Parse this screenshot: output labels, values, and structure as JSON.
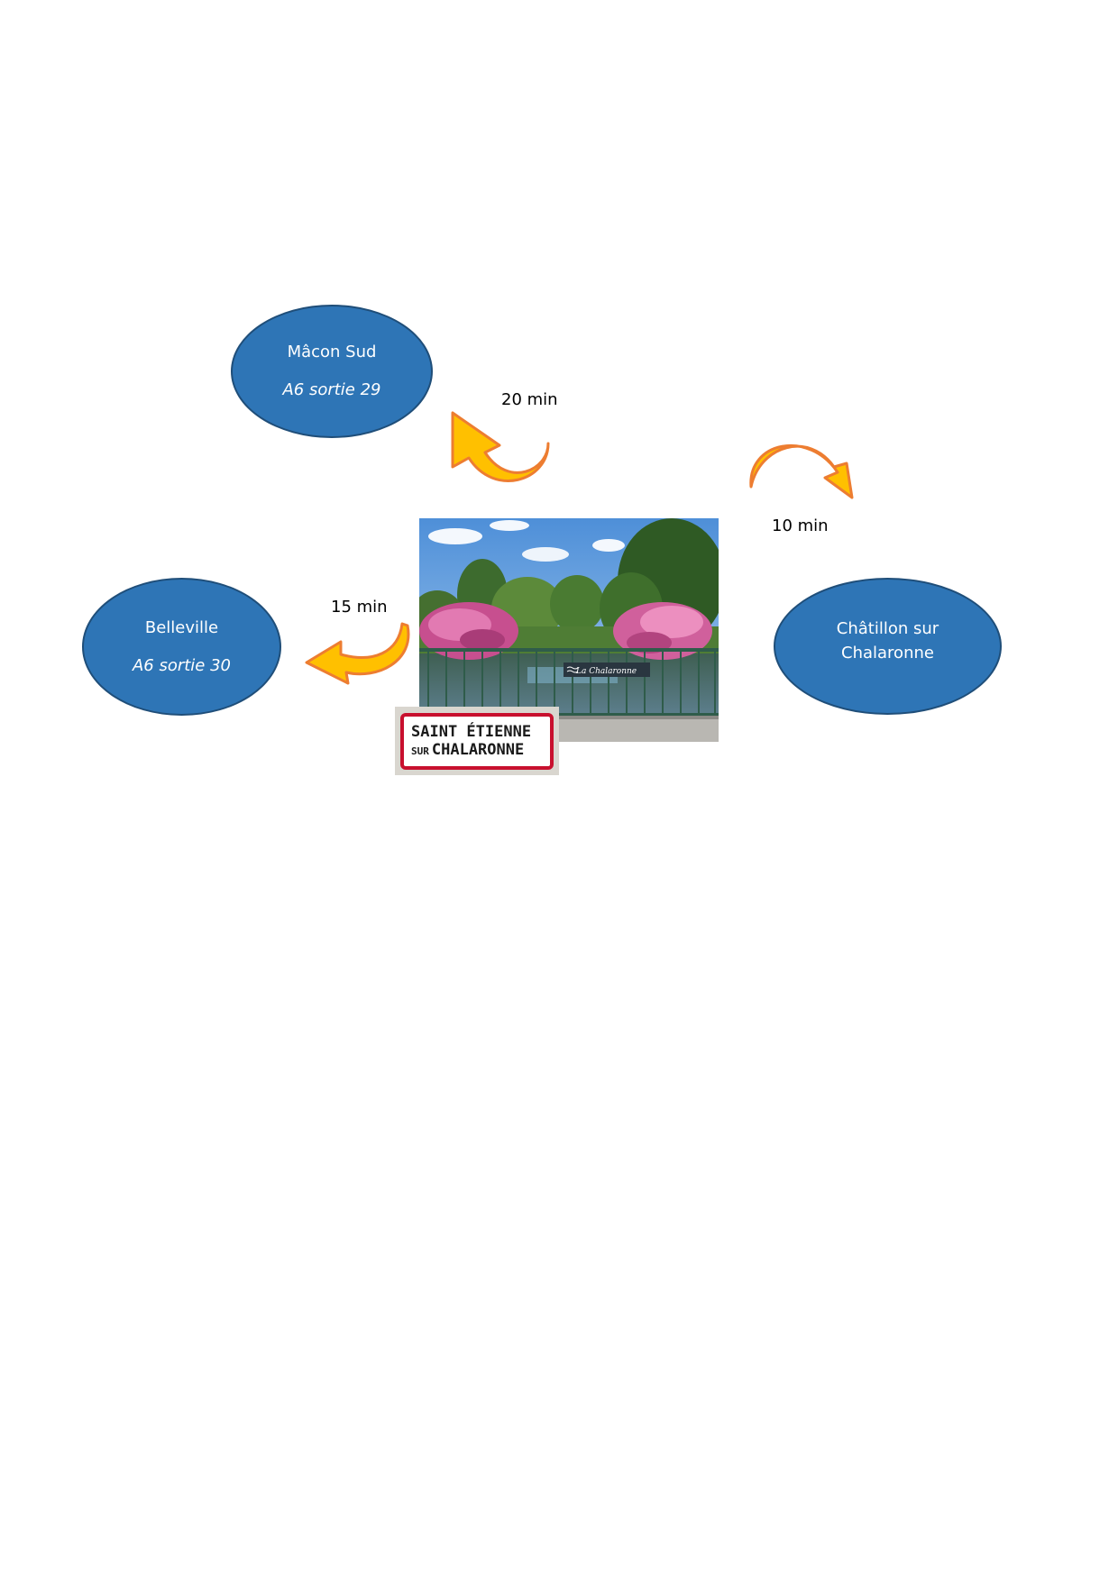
{
  "destinations": {
    "macon": {
      "name": "Mâcon Sud",
      "exit": "A6 sortie 29"
    },
    "belleville": {
      "name": "Belleville",
      "exit": "A6 sortie 30"
    },
    "chatillon": {
      "name_line1": "Châtillon sur",
      "name_line2": "Chalaronne"
    }
  },
  "travel_times": {
    "macon": "20 min",
    "chatillon": "10 min",
    "belleville": "15 min"
  },
  "photo": {
    "river_sign": "La Chalaronne",
    "town_sign_line1": "SAINT ÉTIENNE",
    "town_sign_line2_small": "SUR",
    "town_sign_line2": "CHALARONNE"
  },
  "colors": {
    "ellipse_fill": "#2e75b6",
    "ellipse_border": "#1f4e79",
    "arrow_fill": "#ffc000",
    "arrow_stroke": "#ed7d31"
  }
}
